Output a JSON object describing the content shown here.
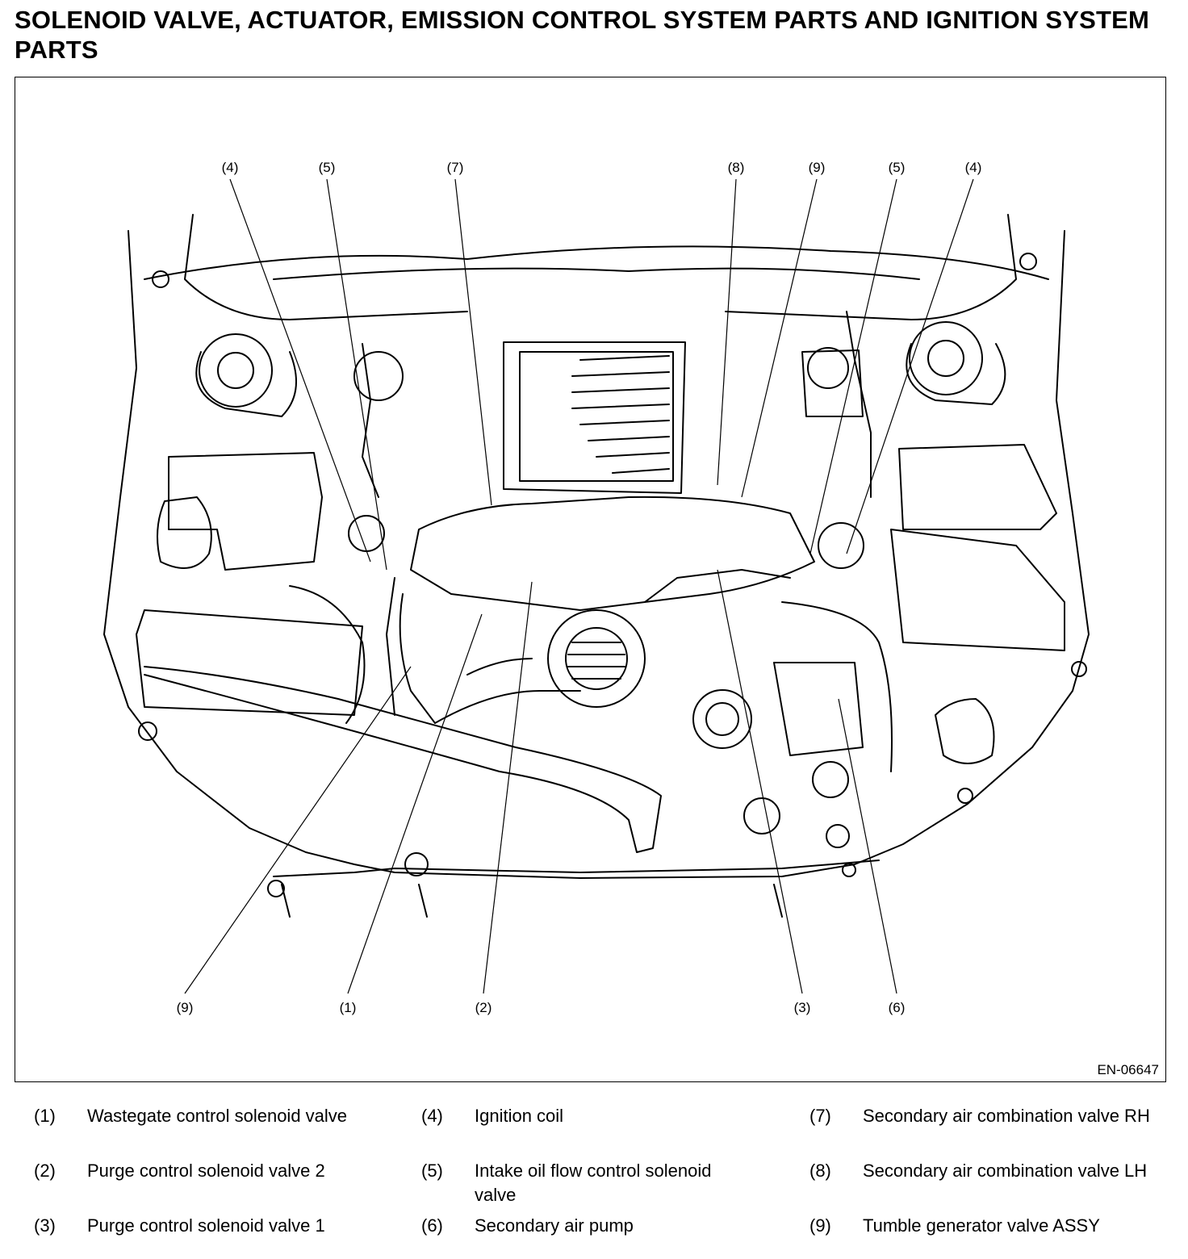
{
  "title": "SOLENOID VALVE, ACTUATOR, EMISSION CONTROL SYSTEM PARTS AND IGNITION SYSTEM PARTS",
  "figure_code": "EN-06647",
  "callouts_top": [
    "(4)",
    "(5)",
    "(7)",
    "(8)",
    "(9)",
    "(5)",
    "(4)"
  ],
  "callouts_bottom": [
    "(9)",
    "(1)",
    "(2)",
    "(3)",
    "(6)"
  ],
  "legend": [
    {
      "num": "(1)",
      "text": "Wastegate control solenoid valve"
    },
    {
      "num": "(2)",
      "text": "Purge control solenoid valve 2"
    },
    {
      "num": "(3)",
      "text": "Purge control solenoid valve 1"
    },
    {
      "num": "(4)",
      "text": "Ignition coil"
    },
    {
      "num": "(5)",
      "text": "Intake oil flow control solenoid valve"
    },
    {
      "num": "(6)",
      "text": "Secondary air pump"
    },
    {
      "num": "(7)",
      "text": "Secondary air combination valve RH"
    },
    {
      "num": "(8)",
      "text": "Secondary air combination valve LH"
    },
    {
      "num": "(9)",
      "text": "Tumble generator valve ASSY"
    }
  ]
}
